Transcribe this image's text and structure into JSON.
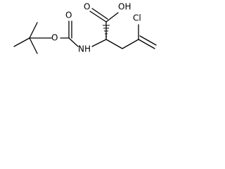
{
  "molecule": {
    "atoms": {
      "carboxyl_oxygen_double": "O",
      "carboxyl_hydroxyl": "OH",
      "chlorine": "Cl",
      "ester_oxygen": "O",
      "carbamate_carbonyl_oxygen": "O",
      "amine_nitrogen": "NH"
    }
  },
  "colors": {
    "bond": "#000000",
    "label": "#000000",
    "background": "#ffffff"
  }
}
